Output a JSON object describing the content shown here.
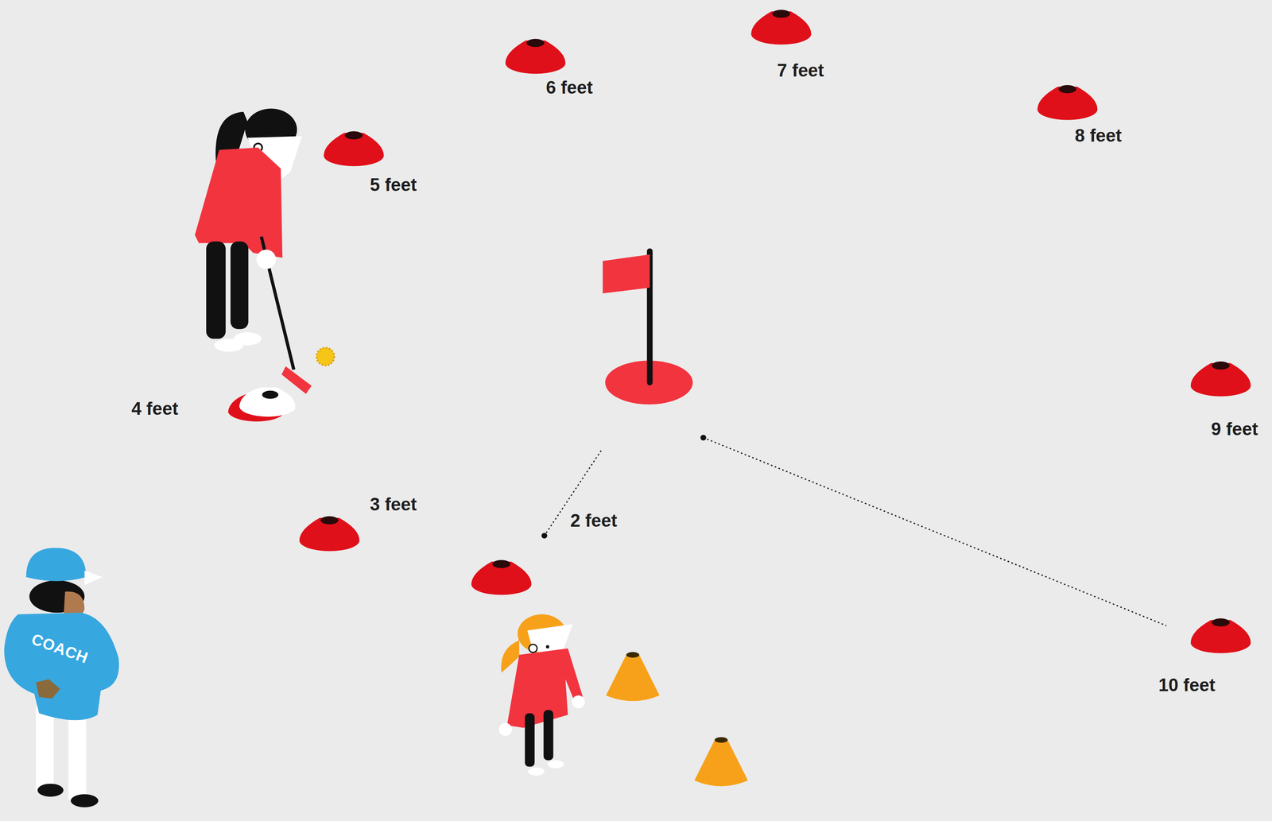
{
  "diagram": {
    "labels": [
      "6 feet",
      "7 feet",
      "8 feet",
      "5 feet",
      "4 feet",
      "3 feet",
      "2 feet",
      "9 feet",
      "10 feet",
      "COACH"
    ]
  }
}
